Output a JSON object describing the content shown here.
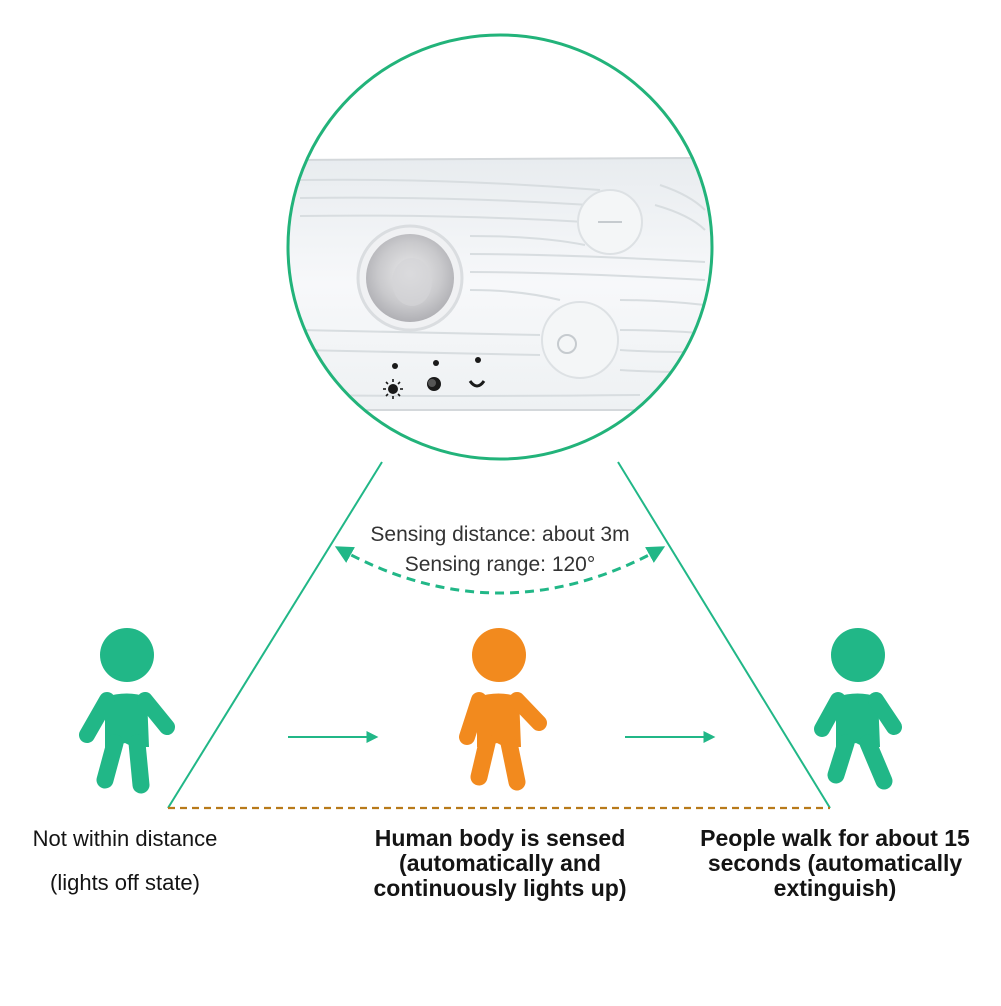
{
  "colors": {
    "green": "#21b787",
    "orange": "#f28a1e",
    "dashed_orange": "#b87a1a",
    "device_border": "#22b37a"
  },
  "device": {
    "indicators": [
      "sun-icon",
      "moon-icon",
      "smile-icon"
    ]
  },
  "sensing": {
    "distance": "Sensing distance: about 3m",
    "range": "Sensing range: 120°"
  },
  "states": [
    {
      "name": "not-within-distance",
      "color": "green",
      "line1": "Not within distance",
      "line2": "(lights off state)"
    },
    {
      "name": "human-sensed",
      "color": "orange",
      "line1": "Human body is sensed",
      "line2": "(automatically and",
      "line3": "continuously lights up)"
    },
    {
      "name": "people-walk",
      "color": "green",
      "line1": "People walk for about 15",
      "line2": "seconds (automatically",
      "line3": "extinguish)"
    }
  ]
}
